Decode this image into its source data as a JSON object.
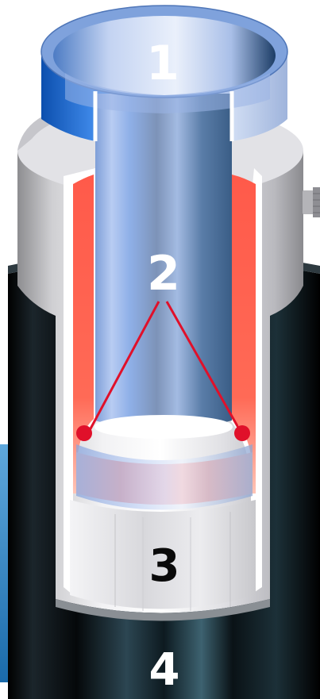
{
  "labels": {
    "inner_pipe": "1",
    "heating_element": "2",
    "coupler_sleeve": "3",
    "outer_pipe": "4"
  },
  "colors": {
    "inner_pipe": "#8fb0e8",
    "heating_coil": "#ff5a4a",
    "sleeve": "#e8e8ea",
    "outer_pipe": "#0e1418",
    "pointer_line": "#e0102a",
    "label_dark": "#0a0a0a",
    "label_light": "#ffffff",
    "water": "#1f7fc2"
  }
}
